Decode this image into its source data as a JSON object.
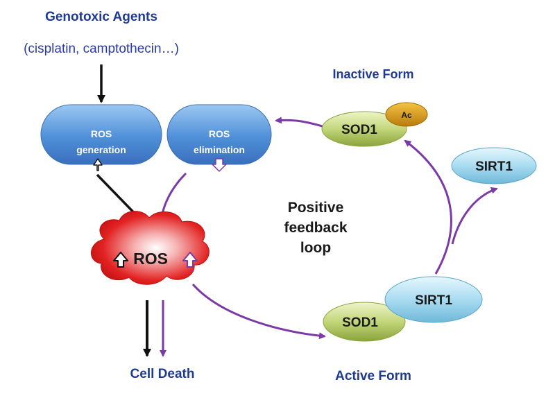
{
  "title": "Genotoxic Agents",
  "subtitle": "(cisplatin, camptothecin…)",
  "nodes": {
    "ros_generation": [
      "ROS",
      "generation"
    ],
    "ros_elimination": [
      "ROS",
      "elimination"
    ],
    "ros": "ROS",
    "sod1_inactive": "SOD1",
    "ac": "Ac",
    "sirt1_free": "SIRT1",
    "sod1_active": "SOD1",
    "sirt1_bound": "SIRT1"
  },
  "labels": {
    "inactive_form": "Inactive Form",
    "active_form": "Active Form",
    "cell_death": "Cell Death",
    "loop": [
      "Positive",
      "feedback",
      "loop"
    ]
  },
  "colors": {
    "title": "#1f3a93",
    "purple": "#7b3aa6",
    "black": "#111111"
  }
}
